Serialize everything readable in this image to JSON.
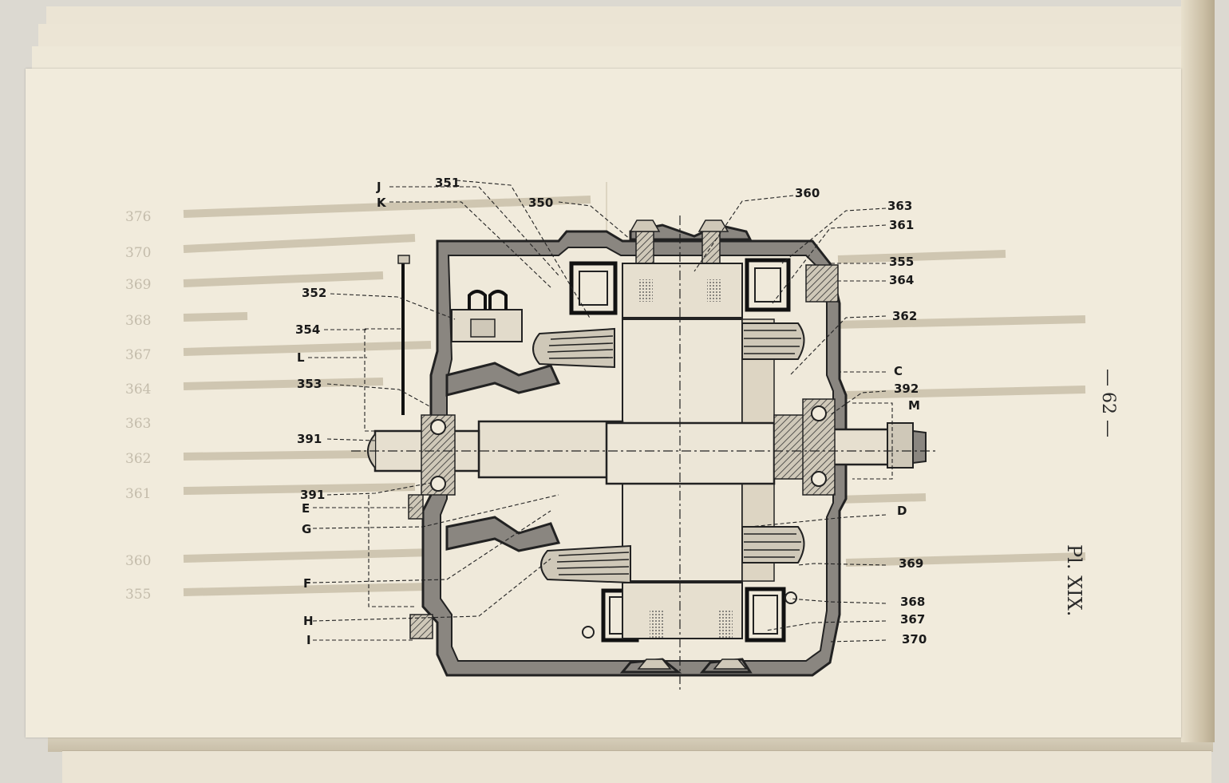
{
  "plate": {
    "page_number": "— 62 —",
    "plate_title": "Pl. XIX."
  },
  "labels_left": [
    "J",
    "K",
    "351",
    "350",
    "352",
    "354",
    "L",
    "353",
    "391",
    "391",
    "E",
    "G",
    "F",
    "H",
    "I"
  ],
  "labels_right": [
    "360",
    "363",
    "361",
    "355",
    "364",
    "362",
    "C",
    "392",
    "M",
    "D",
    "369",
    "368",
    "367",
    "370"
  ],
  "bleed_numbers": [
    "376",
    "370",
    "369",
    "368",
    "367",
    "364",
    "363",
    "362",
    "361",
    "360",
    "355"
  ],
  "colors": {
    "paper": "#f1ebdc",
    "ink": "#1a1a1a",
    "metal": "#8a8680",
    "bleed": "#b9b1a0"
  }
}
